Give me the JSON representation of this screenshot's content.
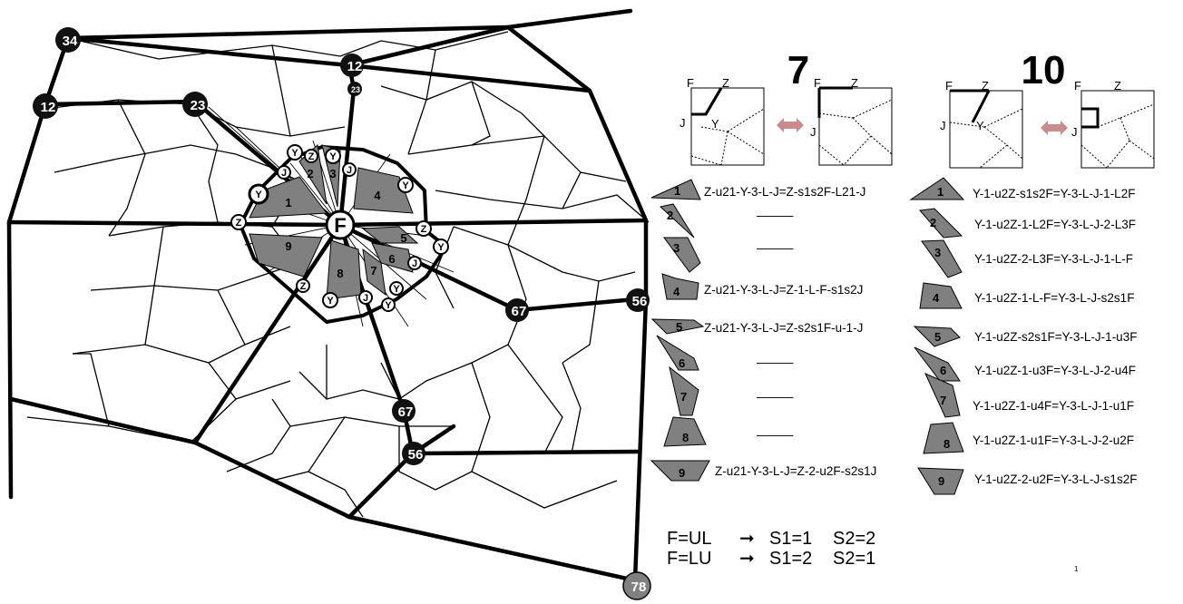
{
  "mesh": {
    "outer_badges": [
      "34",
      "12",
      "23",
      "12",
      "23",
      "56",
      "67",
      "67",
      "56",
      "78"
    ],
    "center_label": "F",
    "patches": [
      "1",
      "2",
      "3",
      "4",
      "5",
      "6",
      "7",
      "8",
      "9"
    ],
    "corner_labels": [
      "Y",
      "Y",
      "Y",
      "J",
      "Z",
      "Y",
      "J",
      "Z",
      "Z",
      "J",
      "Y",
      "Y",
      "Z",
      "J",
      "Y",
      "Y"
    ]
  },
  "panel7": {
    "heading": "7",
    "left_box": {
      "f": "F",
      "z": "Z",
      "j": "J",
      "y": "Y"
    },
    "right_box": {
      "f": "F",
      "z": "Z",
      "j": "J"
    },
    "rows": [
      {
        "num": "1",
        "eq": "Z-u21-Y-3-L-J=Z-s1s2F-L21-J"
      },
      {
        "num": "2",
        "eq": "———"
      },
      {
        "num": "3",
        "eq": "———"
      },
      {
        "num": "4",
        "eq": "Z-u21-Y-3-L-J=Z-1-L-F-s1s2J"
      },
      {
        "num": "5",
        "eq": "Z-u21-Y-3-L-J=Z-s2s1F-u-1-J"
      },
      {
        "num": "6",
        "eq": "———"
      },
      {
        "num": "7",
        "eq": "———"
      },
      {
        "num": "8",
        "eq": "———"
      },
      {
        "num": "9",
        "eq": "Z-u21-Y-3-L-J=Z-2-u2F-s2s1J"
      }
    ]
  },
  "panel10": {
    "heading": "10",
    "left_box": {
      "f": "F",
      "z": "Z",
      "j": "J",
      "y": "Y"
    },
    "right_box": {
      "f": "F",
      "z": "Z",
      "j": "J"
    },
    "rows": [
      {
        "num": "1",
        "eq": "Y-1-u2Z-s1s2F=Y-3-L-J-1-L2F"
      },
      {
        "num": "2",
        "eq": "Y-1-u2Z-1-L2F=Y-3-L-J-2-L3F"
      },
      {
        "num": "3",
        "eq": "Y-1-u2Z-2-L3F=Y-3-L-J-1-L-F"
      },
      {
        "num": "4",
        "eq": "Y-1-u2Z-1-L-F=Y-3-L-J-s2s1F"
      },
      {
        "num": "5",
        "eq": "Y-1-u2Z-s2s1F=Y-3-L-J-1-u3F"
      },
      {
        "num": "6",
        "eq": "Y-1-u2Z-1-u3F=Y-3-L-J-2-u4F"
      },
      {
        "num": "7",
        "eq": "Y-1-u2Z-1-u4F=Y-3-L-J-1-u1F"
      },
      {
        "num": "8",
        "eq": "Y-1-u2Z-1-u1F=Y-3-L-J-2-u2F"
      },
      {
        "num": "9",
        "eq": "Y-1-u2Z-2-u2F=Y-3-L-J-s1s2F"
      }
    ]
  },
  "legend": {
    "line1_left": "F=UL",
    "line1_s1": "S1=1",
    "line1_s2": "S2=2",
    "line2_left": "F=LU",
    "line2_s1": "S1=2",
    "line2_s2": "S2=1",
    "arrow": "➞"
  },
  "page_number": "1",
  "colors": {
    "patch": "#808080",
    "arrow": "#c98b8b",
    "badge": "#111111"
  }
}
